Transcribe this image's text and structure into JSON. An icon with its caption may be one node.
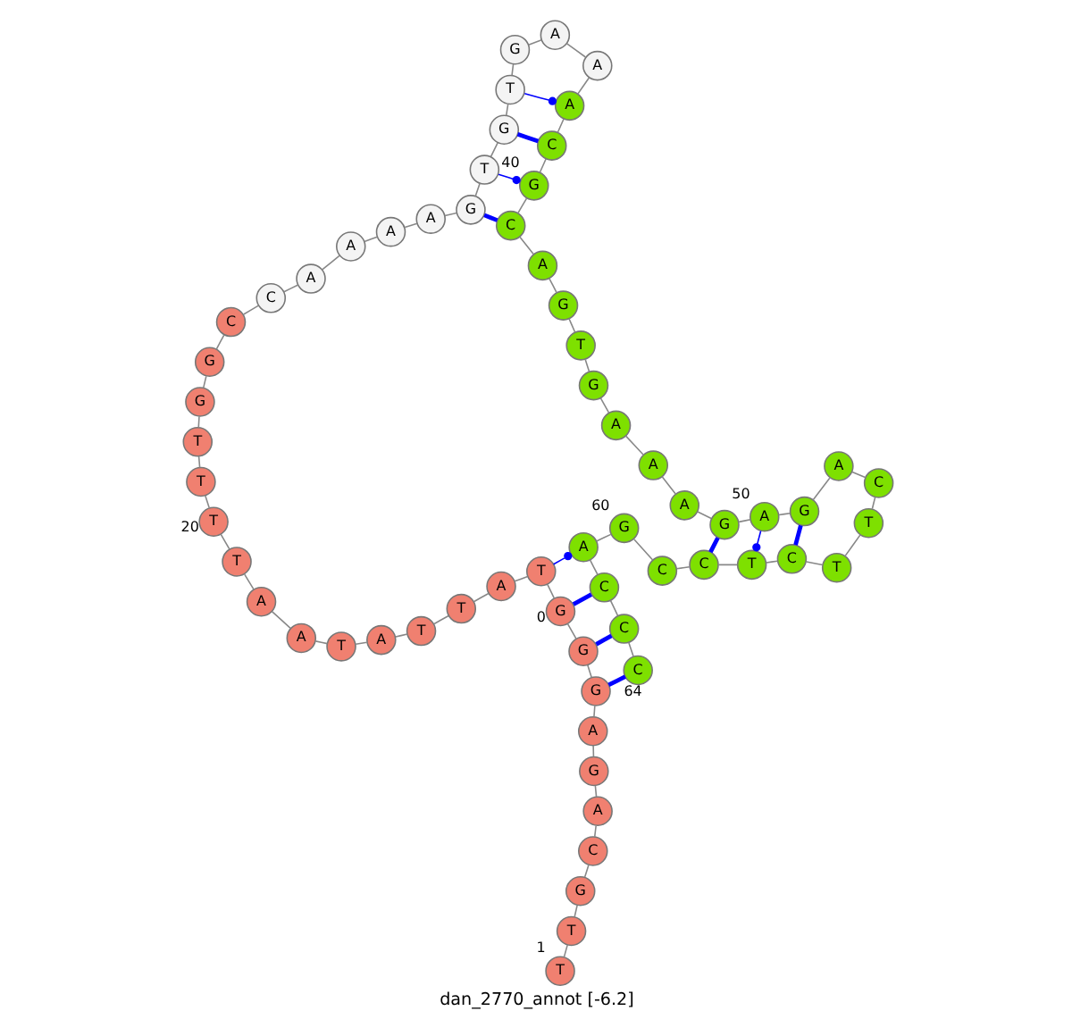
{
  "diagram": {
    "title": "dan_2770_annot [-6.2]",
    "nodes": [
      {
        "text": [
          "T"
        ],
        "beside": [
          "1"
        ]
      },
      {
        "text": [
          "T"
        ]
      },
      {
        "text": [
          "G"
        ]
      },
      {
        "text": [
          "C"
        ]
      },
      {
        "text": [
          "A"
        ]
      },
      {
        "text": [
          "G"
        ]
      },
      {
        "text": [
          "A"
        ]
      },
      {
        "text": [
          "G"
        ]
      },
      {
        "text": [
          "G"
        ]
      },
      {
        "text": [
          "G"
        ],
        "beside": [
          "0"
        ]
      },
      {
        "text": [
          "T"
        ]
      },
      {
        "text": [
          "A"
        ]
      },
      {
        "text": [
          "T"
        ]
      },
      {
        "text": [
          "T"
        ]
      },
      {
        "text": [
          "A"
        ]
      },
      {
        "text": [
          "T"
        ]
      },
      {
        "text": [
          "A"
        ]
      },
      {
        "text": [
          "A"
        ]
      },
      {
        "text": [
          "T"
        ]
      },
      {
        "text": [
          "T"
        ],
        "beside": [
          "20"
        ]
      },
      {
        "text": [
          "T"
        ]
      },
      {
        "text": [
          "T"
        ]
      },
      {
        "text": [
          "G"
        ]
      },
      {
        "text": [
          "G"
        ]
      },
      {
        "text": [
          "C"
        ]
      },
      {
        "text": [
          "C"
        ]
      },
      {
        "text": [
          "A"
        ]
      },
      {
        "text": [
          "A"
        ]
      },
      {
        "text": [
          "A"
        ]
      },
      {
        "text": [
          "A"
        ]
      },
      {
        "text": [
          "G"
        ]
      },
      {
        "text": [
          "T"
        ]
      },
      {
        "text": [
          "G"
        ]
      },
      {
        "text": [
          "T"
        ]
      },
      {
        "text": [
          "G"
        ]
      },
      {
        "text": [
          "A"
        ]
      },
      {
        "text": [
          "A"
        ]
      },
      {
        "text": [
          "A"
        ]
      },
      {
        "text": [
          "C"
        ]
      },
      {
        "text": [
          "G"
        ],
        "beside": [
          "40"
        ]
      },
      {
        "text": [
          "C"
        ]
      },
      {
        "text": [
          "A"
        ]
      },
      {
        "text": [
          "G"
        ]
      },
      {
        "text": [
          "T"
        ]
      },
      {
        "text": [
          "G"
        ]
      },
      {
        "text": [
          "A"
        ]
      },
      {
        "text": [
          "A"
        ]
      },
      {
        "text": [
          "A"
        ]
      },
      {
        "text": [
          "G"
        ]
      },
      {
        "text": [
          "A"
        ],
        "beside": [
          "50"
        ]
      },
      {
        "text": [
          "G"
        ]
      },
      {
        "text": [
          "A"
        ]
      },
      {
        "text": [
          "C"
        ]
      },
      {
        "text": [
          "T"
        ]
      },
      {
        "text": [
          "T"
        ]
      },
      {
        "text": [
          "C"
        ]
      },
      {
        "text": [
          "T"
        ]
      },
      {
        "text": [
          "C"
        ]
      },
      {
        "text": [
          "C"
        ]
      },
      {
        "text": [
          "G"
        ],
        "beside": [
          "60"
        ]
      },
      {
        "text": [
          "A"
        ]
      },
      {
        "text": [
          "C"
        ]
      },
      {
        "text": [
          "C"
        ]
      },
      {
        "text": [
          "C"
        ],
        "beside": [
          "64"
        ]
      }
    ],
    "edges": [
      {
        "from": 0,
        "to": 1,
        "arrow": "none"
      },
      {
        "from": 1,
        "to": 2,
        "arrow": "none"
      },
      {
        "from": 2,
        "to": 3,
        "arrow": "none"
      },
      {
        "from": 3,
        "to": 4,
        "arrow": "none"
      },
      {
        "from": 4,
        "to": 5,
        "arrow": "none"
      },
      {
        "from": 5,
        "to": 6,
        "arrow": "none"
      },
      {
        "from": 6,
        "to": 7,
        "arrow": "none"
      },
      {
        "from": 7,
        "to": 8,
        "arrow": "none"
      },
      {
        "from": 8,
        "to": 9,
        "arrow": "none"
      },
      {
        "from": 9,
        "to": 10,
        "arrow": "none"
      },
      {
        "from": 10,
        "to": 11,
        "arrow": "none"
      },
      {
        "from": 11,
        "to": 12,
        "arrow": "none"
      },
      {
        "from": 12,
        "to": 13,
        "arrow": "none"
      },
      {
        "from": 13,
        "to": 14,
        "arrow": "none"
      },
      {
        "from": 14,
        "to": 15,
        "arrow": "none"
      },
      {
        "from": 15,
        "to": 16,
        "arrow": "none"
      },
      {
        "from": 16,
        "to": 17,
        "arrow": "none"
      },
      {
        "from": 17,
        "to": 18,
        "arrow": "none"
      },
      {
        "from": 18,
        "to": 19,
        "arrow": "none"
      },
      {
        "from": 19,
        "to": 20,
        "arrow": "none"
      },
      {
        "from": 20,
        "to": 21,
        "arrow": "none"
      },
      {
        "from": 21,
        "to": 22,
        "arrow": "none"
      },
      {
        "from": 22,
        "to": 23,
        "arrow": "none"
      },
      {
        "from": 23,
        "to": 24,
        "arrow": "none"
      },
      {
        "from": 24,
        "to": 25,
        "arrow": "none"
      },
      {
        "from": 25,
        "to": 26,
        "arrow": "none"
      },
      {
        "from": 26,
        "to": 27,
        "arrow": "none"
      },
      {
        "from": 27,
        "to": 28,
        "arrow": "none"
      },
      {
        "from": 28,
        "to": 29,
        "arrow": "none"
      },
      {
        "from": 29,
        "to": 30,
        "arrow": "none"
      },
      {
        "from": 30,
        "to": 31,
        "arrow": "none"
      },
      {
        "from": 31,
        "to": 32,
        "arrow": "none"
      },
      {
        "from": 32,
        "to": 33,
        "arrow": "none"
      },
      {
        "from": 33,
        "to": 34,
        "arrow": "none"
      },
      {
        "from": 34,
        "to": 35,
        "arrow": "none"
      },
      {
        "from": 35,
        "to": 36,
        "arrow": "none"
      },
      {
        "from": 36,
        "to": 37,
        "arrow": "none"
      },
      {
        "from": 37,
        "to": 38,
        "arrow": "none"
      },
      {
        "from": 38,
        "to": 39,
        "arrow": "none"
      },
      {
        "from": 39,
        "to": 40,
        "arrow": "none"
      },
      {
        "from": 40,
        "to": 41,
        "arrow": "none"
      },
      {
        "from": 41,
        "to": 42,
        "arrow": "none"
      },
      {
        "from": 42,
        "to": 43,
        "arrow": "none"
      },
      {
        "from": 43,
        "to": 44,
        "arrow": "none"
      },
      {
        "from": 44,
        "to": 45,
        "arrow": "none"
      },
      {
        "from": 45,
        "to": 46,
        "arrow": "none"
      },
      {
        "from": 46,
        "to": 47,
        "arrow": "none"
      },
      {
        "from": 47,
        "to": 48,
        "arrow": "none"
      },
      {
        "from": 48,
        "to": 49,
        "arrow": "none"
      },
      {
        "from": 49,
        "to": 50,
        "arrow": "none"
      },
      {
        "from": 50,
        "to": 51,
        "arrow": "none"
      },
      {
        "from": 51,
        "to": 52,
        "arrow": "none"
      },
      {
        "from": 52,
        "to": 53,
        "arrow": "none"
      },
      {
        "from": 53,
        "to": 54,
        "arrow": "none"
      },
      {
        "from": 54,
        "to": 55,
        "arrow": "none"
      },
      {
        "from": 55,
        "to": 56,
        "arrow": "none"
      },
      {
        "from": 56,
        "to": 57,
        "arrow": "none"
      },
      {
        "from": 57,
        "to": 58,
        "arrow": "none"
      },
      {
        "from": 58,
        "to": 59,
        "arrow": "none"
      },
      {
        "from": 59,
        "to": 60,
        "arrow": "none"
      },
      {
        "from": 60,
        "to": 61,
        "arrow": "none"
      },
      {
        "from": 61,
        "to": 62,
        "arrow": "none"
      },
      {
        "from": 62,
        "to": 63,
        "arrow": "none"
      },
      {
        "from": 30,
        "to": 40,
        "arrow": "none",
        "style": "thick",
        "color": "#0000ff"
      },
      {
        "from": 31,
        "to": 39,
        "arrow": "other",
        "color": "#0000ff"
      },
      {
        "from": 32,
        "to": 38,
        "arrow": "none",
        "style": "thick",
        "color": "#0000ff"
      },
      {
        "from": 33,
        "to": 37,
        "arrow": "other",
        "color": "#0000ff"
      },
      {
        "from": 48,
        "to": 57,
        "arrow": "none",
        "style": "thick",
        "color": "#0000ff"
      },
      {
        "from": 49,
        "to": 56,
        "arrow": "other",
        "color": "#0000ff"
      },
      {
        "from": 50,
        "to": 55,
        "arrow": "none",
        "style": "thick",
        "color": "#0000ff"
      },
      {
        "from": 10,
        "to": 60,
        "arrow": "other",
        "color": "#0000ff"
      },
      {
        "from": 9,
        "to": 61,
        "arrow": "none",
        "style": "thick",
        "color": "#0000ff"
      },
      {
        "from": 8,
        "to": 62,
        "arrow": "none",
        "style": "thick",
        "color": "#0000ff"
      },
      {
        "from": 7,
        "to": 63,
        "arrow": "none",
        "style": "thick",
        "color": "#0000ff"
      }
    ]
  }
}
